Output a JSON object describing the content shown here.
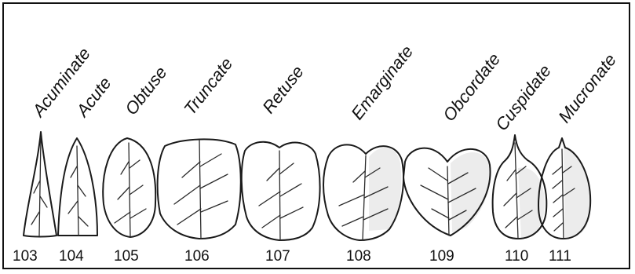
{
  "figure": {
    "leaves": [
      {
        "label": "Acuminate",
        "number": "103"
      },
      {
        "label": "Acute",
        "number": "104"
      },
      {
        "label": "Obtuse",
        "number": "105"
      },
      {
        "label": "Truncate",
        "number": "106"
      },
      {
        "label": "Retuse",
        "number": "107"
      },
      {
        "label": "Emarginate",
        "number": "108"
      },
      {
        "label": "Obcordate",
        "number": "109"
      },
      {
        "label": "Cuspidate",
        "number": "110"
      },
      {
        "label": "Mucronate",
        "number": "111"
      }
    ]
  }
}
